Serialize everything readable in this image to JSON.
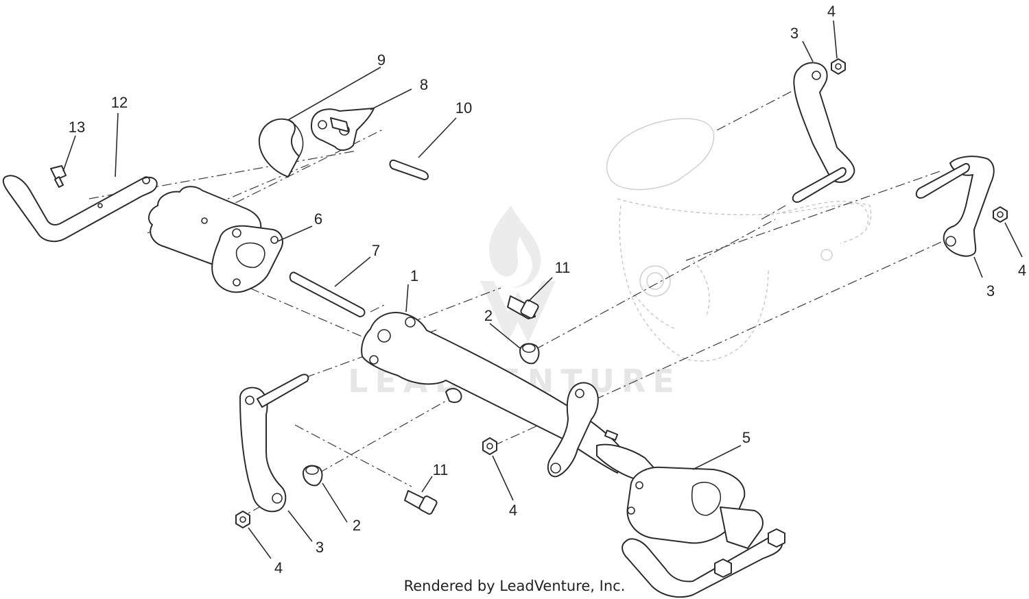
{
  "watermark": "LEADVENTURE",
  "credit": "Rendered by LeadVenture, Inc.",
  "callouts": {
    "c1": "1",
    "c2a": "2",
    "c2b": "2",
    "c3a": "3",
    "c3b": "3",
    "c3c": "3",
    "c4a": "4",
    "c4b": "4",
    "c4c": "4",
    "c4d": "4",
    "c5": "5",
    "c6": "6",
    "c7": "7",
    "c8": "8",
    "c9": "9",
    "c10": "10",
    "c11a": "11",
    "c11b": "11",
    "c12": "12",
    "c13": "13"
  },
  "colors": {
    "line": "#2b2b2b",
    "ghost": "#c9c9c9",
    "watermark": "#e6e6e6",
    "background": "#ffffff"
  }
}
